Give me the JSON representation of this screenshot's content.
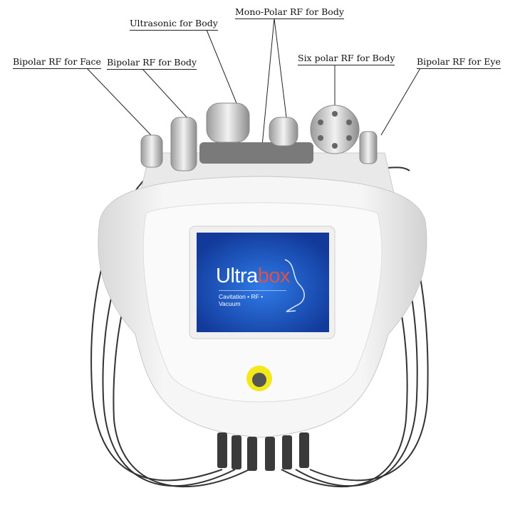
{
  "labels": {
    "bipolar_face": "Bipolar RF for Face",
    "bipolar_body": "Bipolar RF for Body",
    "ultrasonic_body": "Ultrasonic for Body",
    "monopolar_body": "Mono-Polar RF for Body",
    "sixpolar_body": "Six polar RF for Body",
    "bipolar_eye": "Bipolar RF for Eye"
  },
  "screen": {
    "brand_part1": "Ultra",
    "brand_part2": "box",
    "tagline": "Cavitation • RF • Vacuum",
    "background_color": "#1a4fb8",
    "accent_color": "#e0504a"
  },
  "switch": {
    "color": "#f2e81a"
  }
}
